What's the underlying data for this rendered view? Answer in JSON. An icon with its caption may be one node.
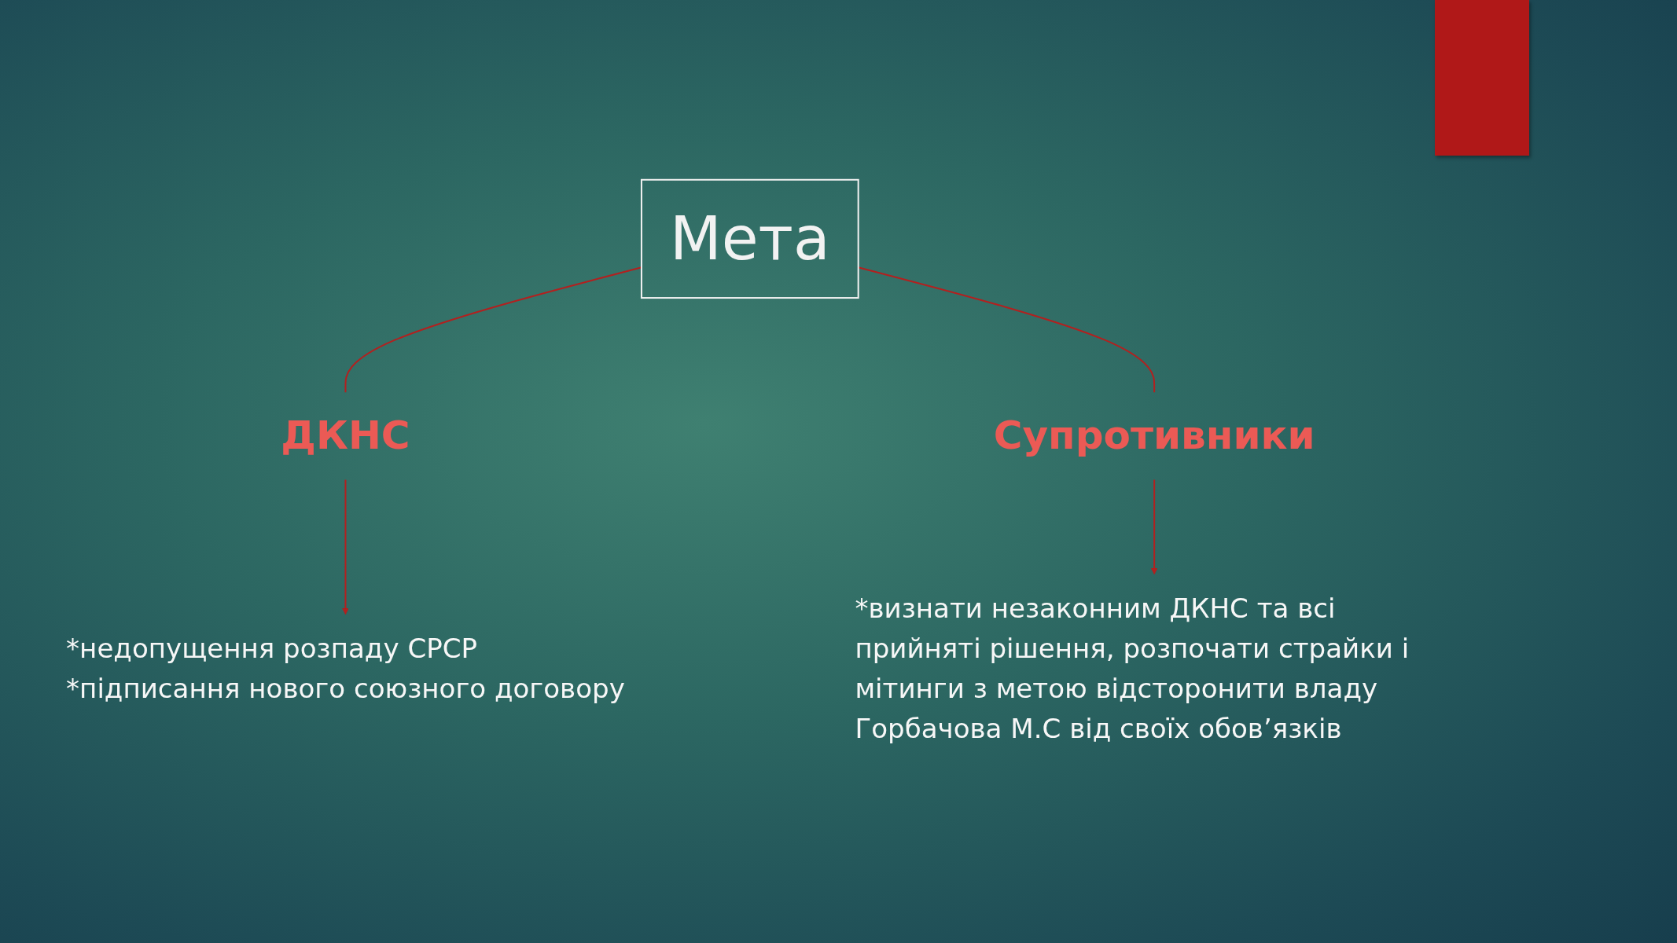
{
  "diagram": {
    "nodes": [
      {
        "text": [
          "ДКНС"
        ]
      },
      {
        "text": [
          "Мета"
        ]
      },
      {
        "text": [
          "Супротивники"
        ]
      },
      {
        "text": [
          "*недопущення розпаду СРСР",
          "*підписання нового союзного договору"
        ]
      },
      {
        "text": [
          "*визнати незаконним ДКНС та всі прийняті рішення, розпочати страйки і мітинги з метою відсторонити владу Горбачова М.С від своїх обов’язків"
        ]
      }
    ],
    "edges": [
      {
        "from": 1,
        "to": 0,
        "arrow": "none"
      },
      {
        "from": 1,
        "to": 2,
        "arrow": "none"
      },
      {
        "from": 0,
        "to": 3,
        "arrow": "to"
      },
      {
        "from": 2,
        "to": 4,
        "arrow": "to"
      }
    ]
  }
}
